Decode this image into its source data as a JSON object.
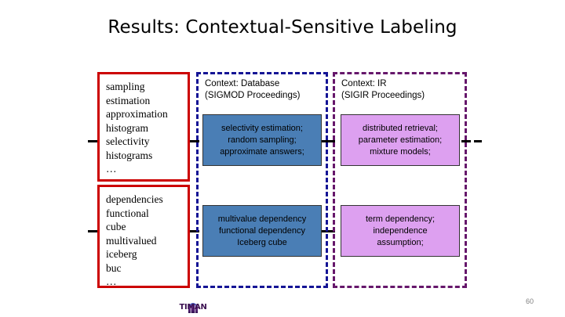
{
  "slide": {
    "title": "Results: Contextual-Sensitive Labeling",
    "page_number": "60",
    "logo_text": "TIMAN",
    "background_color": "#FFFFFF"
  },
  "colors": {
    "keyword_box_border": "#CC0000",
    "context_db_border": "#141495",
    "context_ir_border": "#66176B",
    "result_db_fill": "#4A7EB5",
    "result_ir_fill": "#DDA0F0",
    "title_text": "#000000",
    "page_number_text": "#808080"
  },
  "keyword_clusters": [
    {
      "name": "cluster-1",
      "terms": [
        "sampling",
        "estimation",
        "approximation",
        "histogram",
        "selectivity",
        "histograms",
        "…"
      ]
    },
    {
      "name": "cluster-2",
      "terms": [
        "dependencies",
        "functional",
        "cube",
        "multivalued",
        "iceberg",
        "buc",
        "…"
      ]
    }
  ],
  "contexts": [
    {
      "id": "database",
      "label_line1": "Context: Database",
      "label_line2": "(SIGMOD Proceedings)",
      "results": [
        {
          "id": "db-top",
          "lines": [
            "selectivity estimation;",
            "random sampling;",
            "approximate answers;"
          ]
        },
        {
          "id": "db-bottom",
          "lines": [
            "multivalue dependency",
            "functional dependency",
            "Iceberg cube"
          ]
        }
      ]
    },
    {
      "id": "ir",
      "label_line1": "Context: IR",
      "label_line2": "(SIGIR Proceedings)",
      "results": [
        {
          "id": "ir-top",
          "lines": [
            "distributed retrieval;",
            "parameter estimation;",
            "mixture models;"
          ]
        },
        {
          "id": "ir-bottom",
          "lines": [
            "term dependency;",
            "independence",
            "assumption;"
          ]
        }
      ]
    }
  ]
}
